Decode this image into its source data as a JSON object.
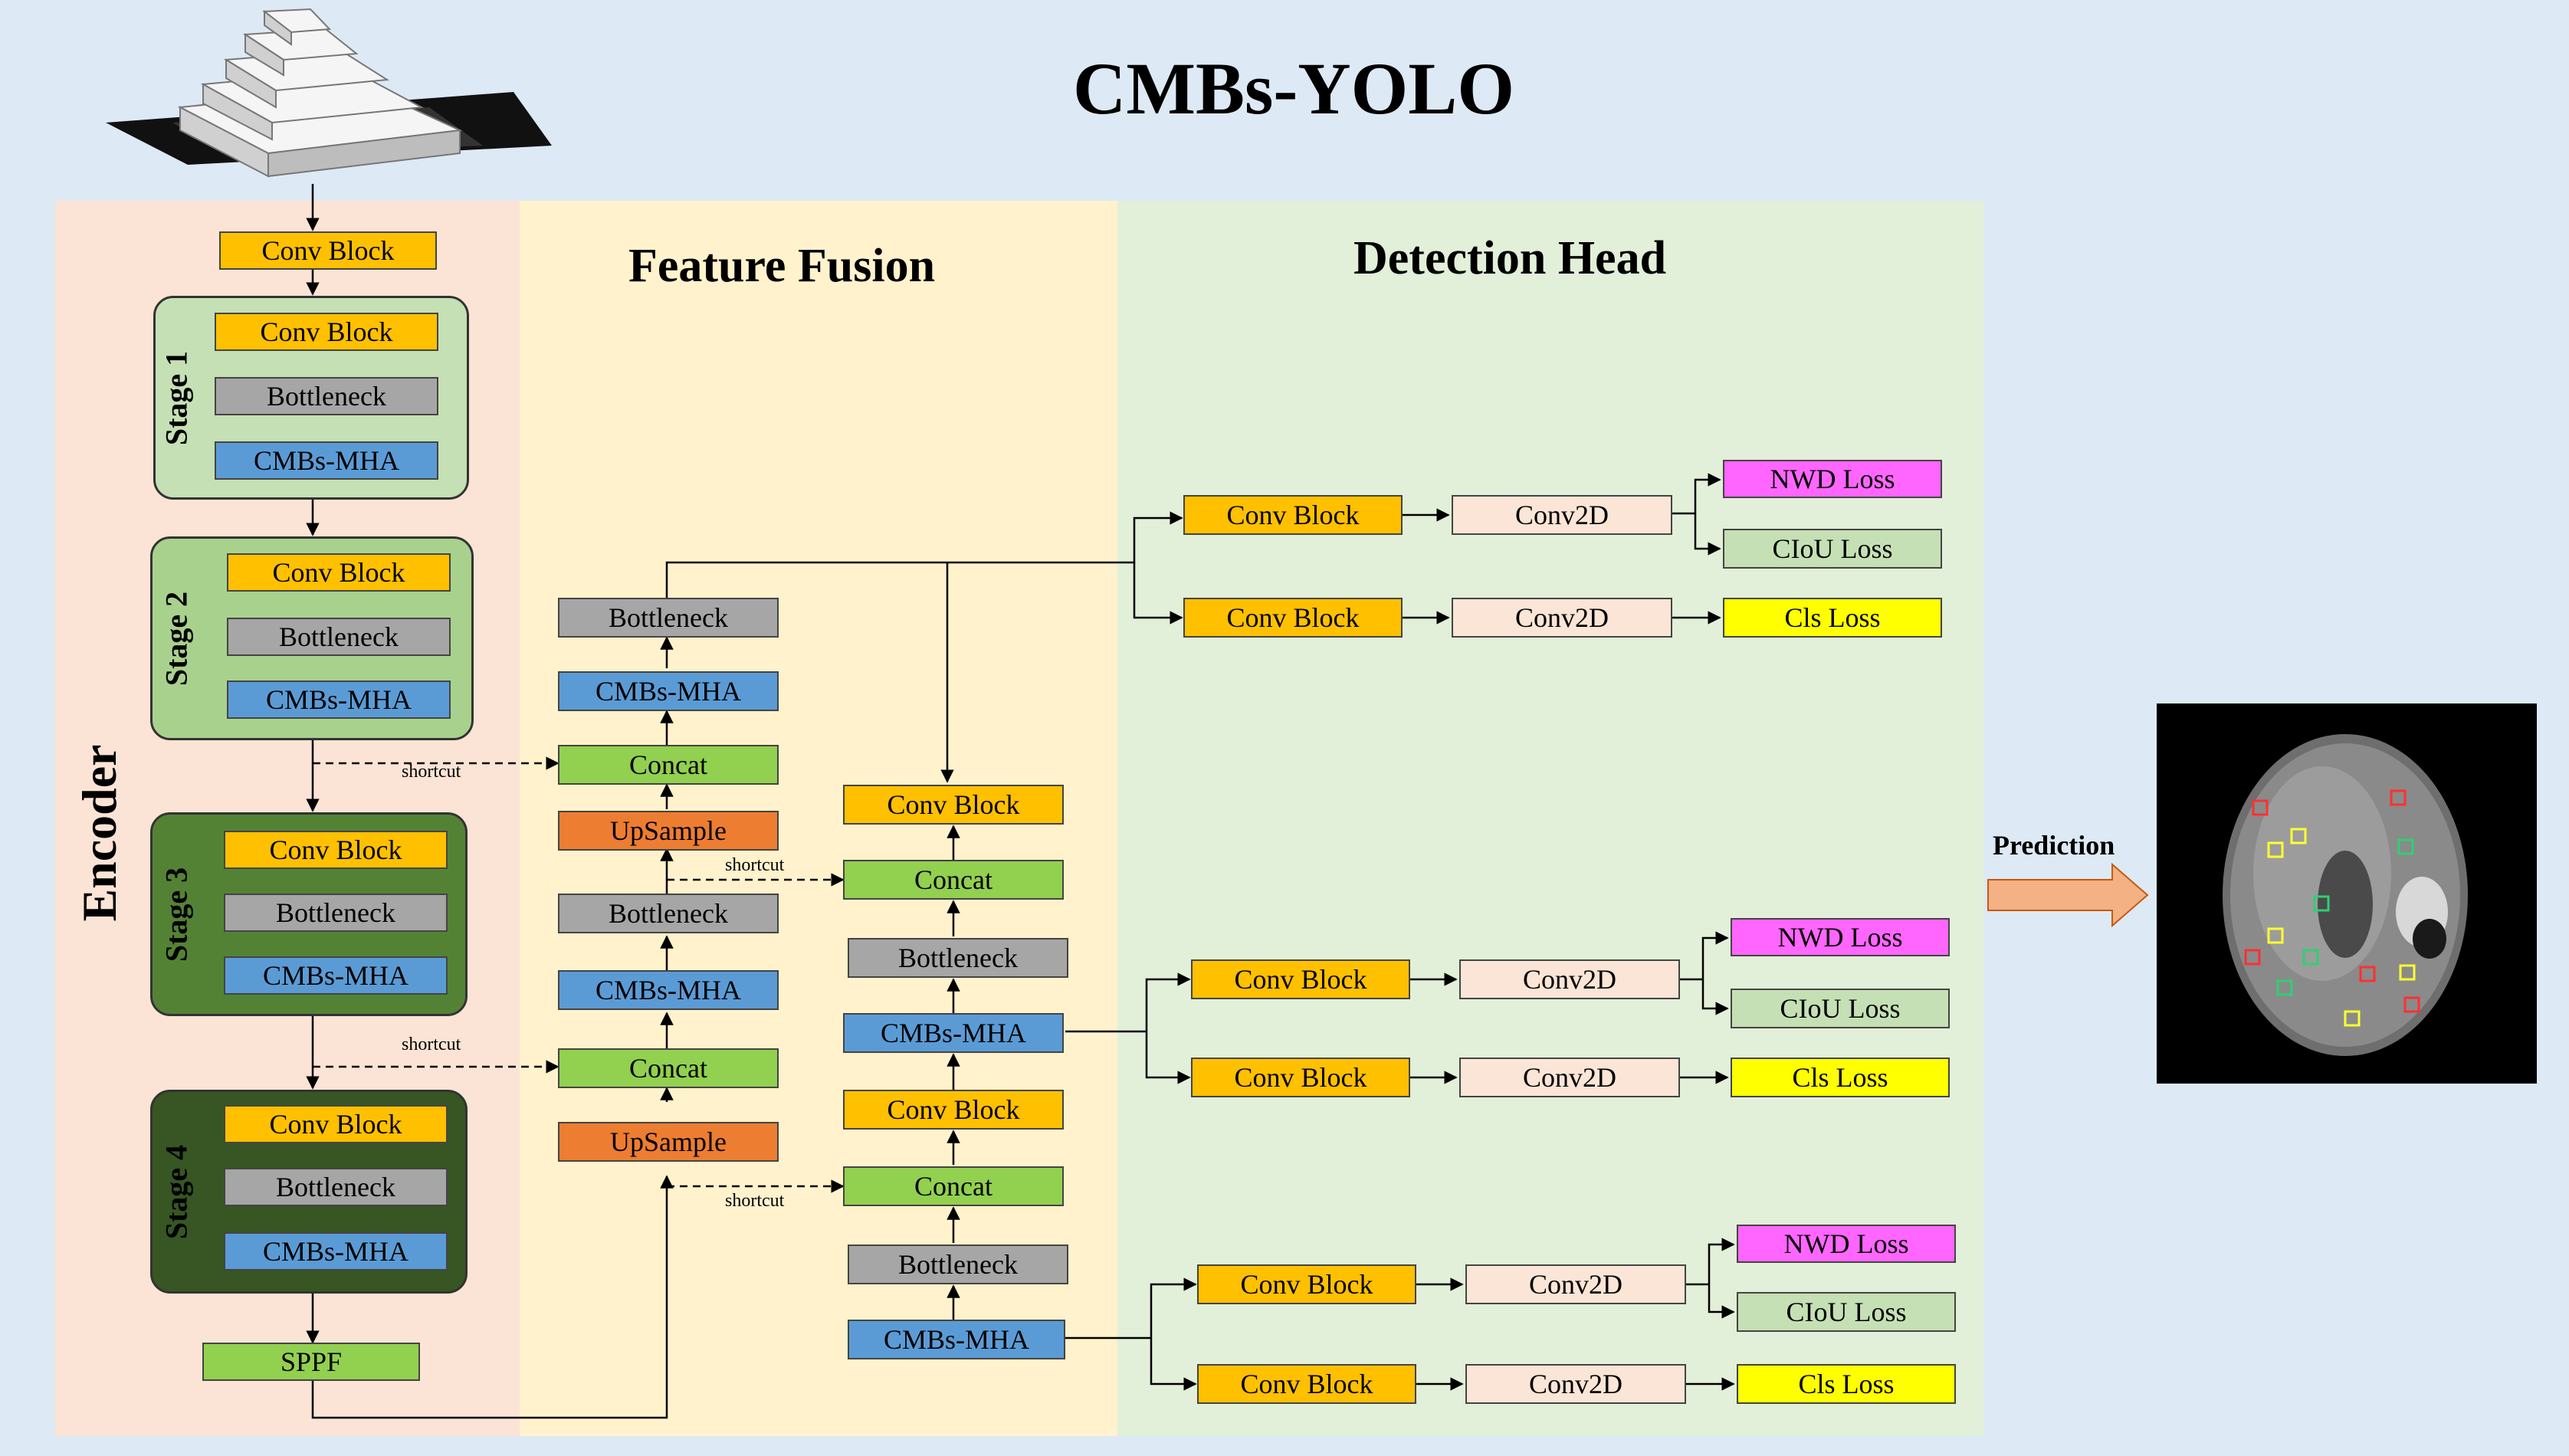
{
  "title": "CMBs-YOLO",
  "sections": {
    "encoder": "Encoder",
    "fusion": "Feature Fusion",
    "head": "Detection Head"
  },
  "stages": [
    "Stage 1",
    "Stage 2",
    "Stage 3",
    "Stage 4"
  ],
  "labels": {
    "conv_block": "Conv Block",
    "bottleneck": "Bottleneck",
    "mha": "CMBs-MHA",
    "concat": "Concat",
    "upsample": "UpSample",
    "sppf": "SPPF",
    "conv2d": "Conv2D",
    "nwd_loss": "NWD Loss",
    "ciou_loss": "CIoU Loss",
    "cls_loss": "Cls Loss",
    "shortcut": "shortcut",
    "prediction": "Prediction"
  },
  "colors": {
    "conv_block": "#ffc000",
    "bottleneck": "#a6a6a6",
    "mha": "#5b9bd5",
    "concat": "#92d050",
    "upsample": "#ed7d31",
    "sppf": "#92d050",
    "conv2d": "#fbe5d6",
    "nwd_loss": "#ff66ff",
    "ciou_loss": "#c5e0b4",
    "cls_loss": "#ffff00",
    "encoder_bg": "#fbe4d5",
    "fusion_bg": "#fff2cc",
    "head_bg": "#e2efd9",
    "page_bg": "#dde9f5",
    "stage1": "#c5e0b4",
    "stage2": "#a9d18e",
    "stage3": "#548235",
    "stage4": "#375623"
  }
}
